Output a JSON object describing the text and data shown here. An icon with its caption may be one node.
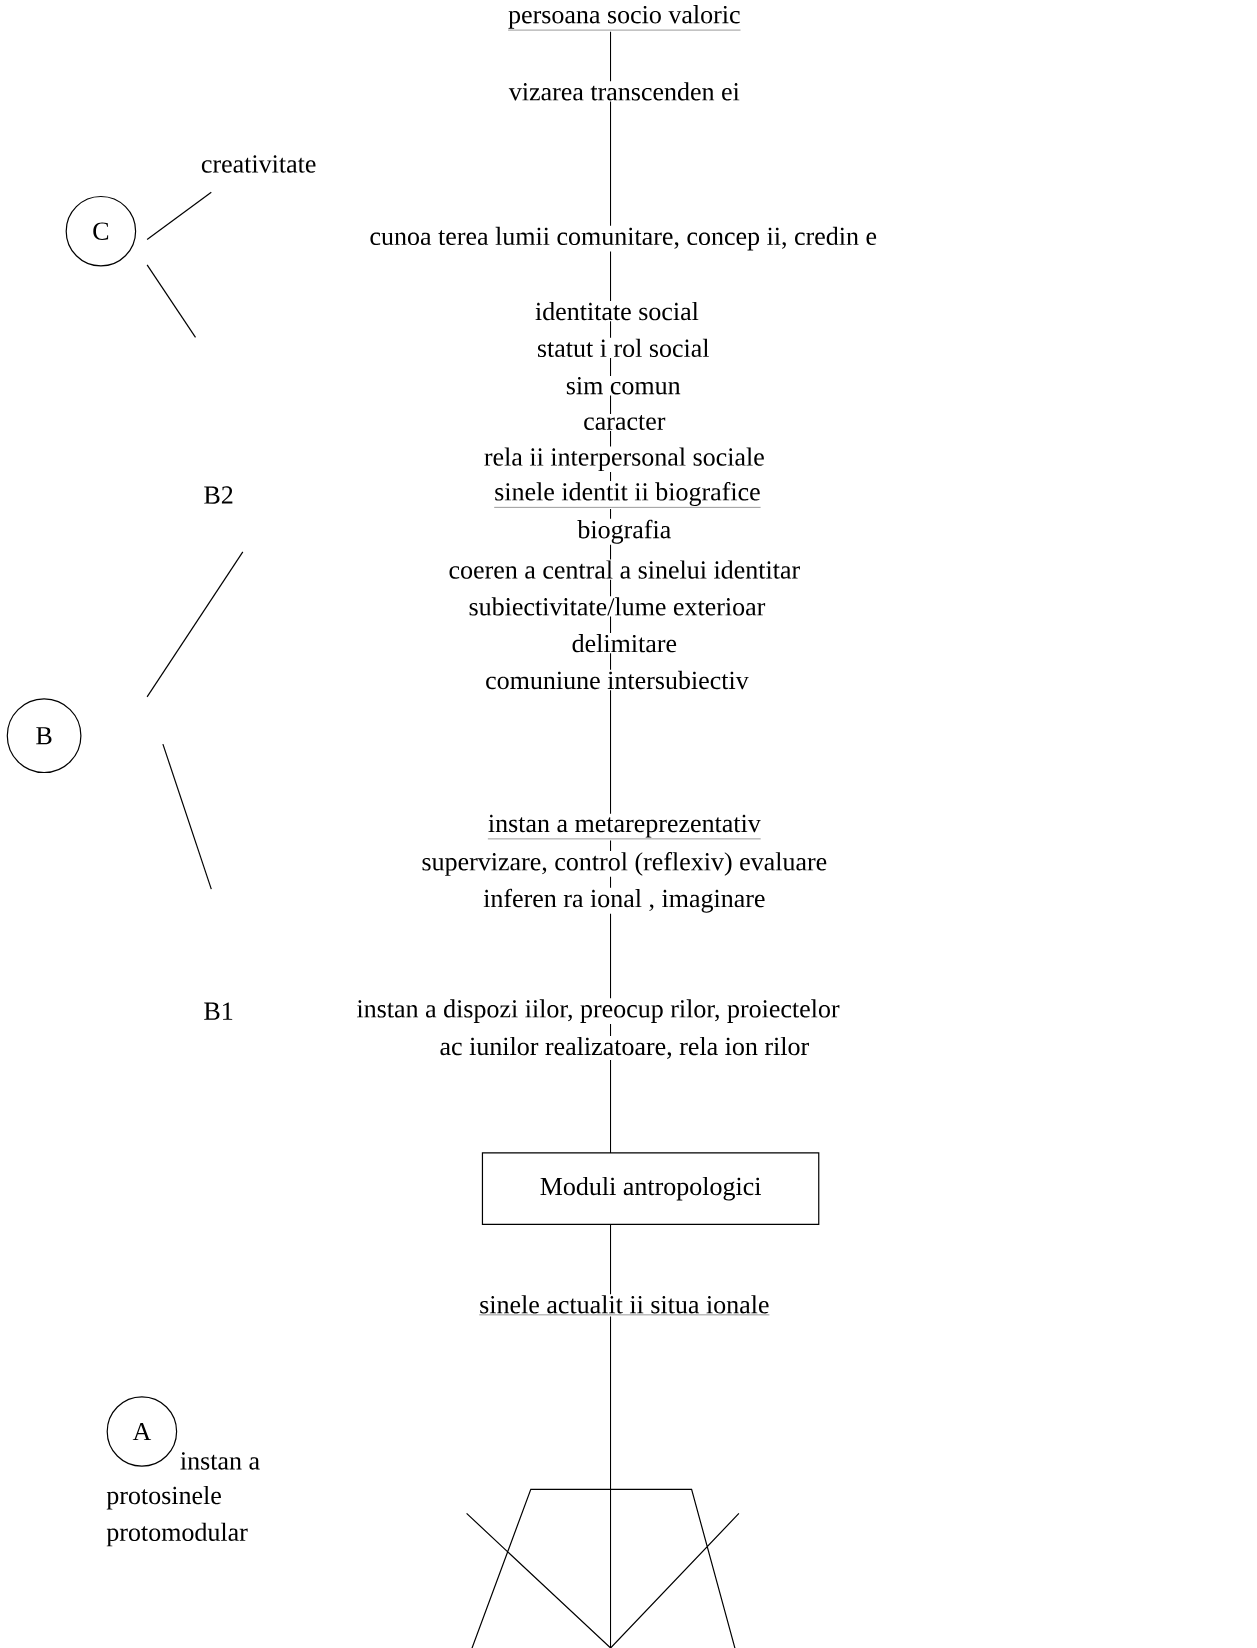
{
  "diagram": {
    "nodes": [
      {
        "text": [
          "C"
        ]
      },
      {
        "text": [
          "B"
        ]
      },
      {
        "text": [
          "A"
        ]
      },
      {
        "text": [
          "Moduli antropologici"
        ]
      }
    ],
    "labels": [
      "persoana socio valoric",
      "vizarea transcenden ei",
      "creativitate",
      "cunoa terea lumii comunitare, concep ii, credin e",
      "identitate social",
      "statut i rol social",
      "sim comun",
      "caracter",
      "rela ii interpersonal sociale",
      "B2",
      "sinele identit ii biografice",
      "biografia",
      "coeren a central a sinelui identitar",
      "subiectivitate/lume exterioar",
      "delimitare",
      "comuniune intersubiectiv",
      "instan a metareprezentativ",
      "supervizare, control (reflexiv) evaluare",
      "inferen ra ional , imaginare",
      "B1",
      "instan a dispozi iilor, preocup rilor, proiectelor",
      "ac iunilor realizatoare, rela ion rilor",
      "sinele actualit ii situa ionale",
      "instan a",
      "protosinele",
      "protomodular"
    ]
  }
}
